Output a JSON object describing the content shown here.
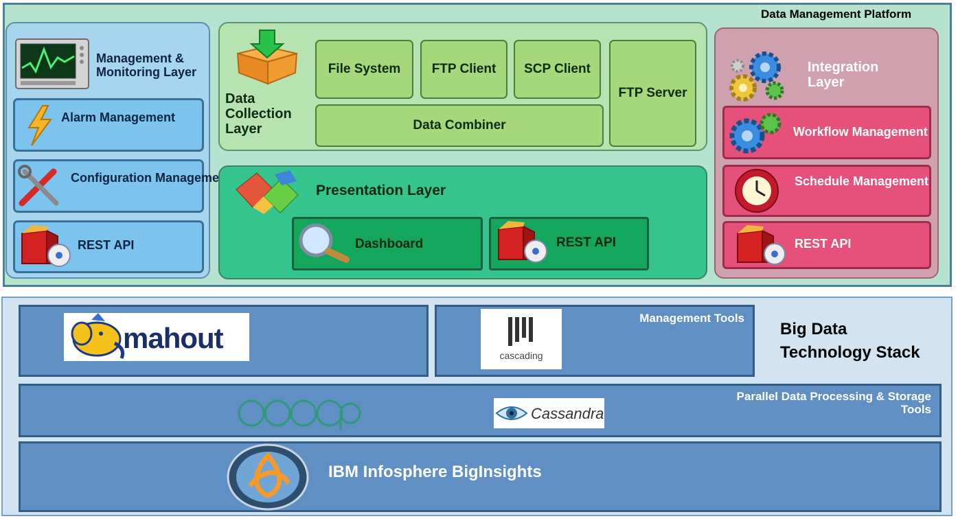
{
  "platform": {
    "title": "Data Management Platform",
    "left_column": {
      "management_monitoring": "Management & Monitoring Layer",
      "alarm": "Alarm Management",
      "configuration": "Configuration Management",
      "rest_api": "REST API"
    },
    "data_collection": {
      "layer_label": "Data Collection Layer",
      "file_system": "File System",
      "ftp_client": "FTP Client",
      "scp_client": "SCP Client",
      "ftp_server": "FTP Server",
      "data_combiner": "Data Combiner"
    },
    "presentation": {
      "title": "Presentation Layer",
      "dashboard": "Dashboard",
      "rest_api": "REST API"
    },
    "integration": {
      "title": "Integration Layer",
      "workflow": "Workflow Management",
      "schedule": "Schedule Management",
      "rest_api": "REST API"
    }
  },
  "big_data": {
    "title": "Big Data Technology Stack",
    "management_tools": "Management Tools",
    "parallel_processing": "Parallel Data Processing & Storage Tools",
    "ibm": "IBM Infosphere BigInsights",
    "logos": {
      "mahout": "mahout",
      "cascading": "cascading",
      "cassandra": "Cassandra"
    }
  }
}
